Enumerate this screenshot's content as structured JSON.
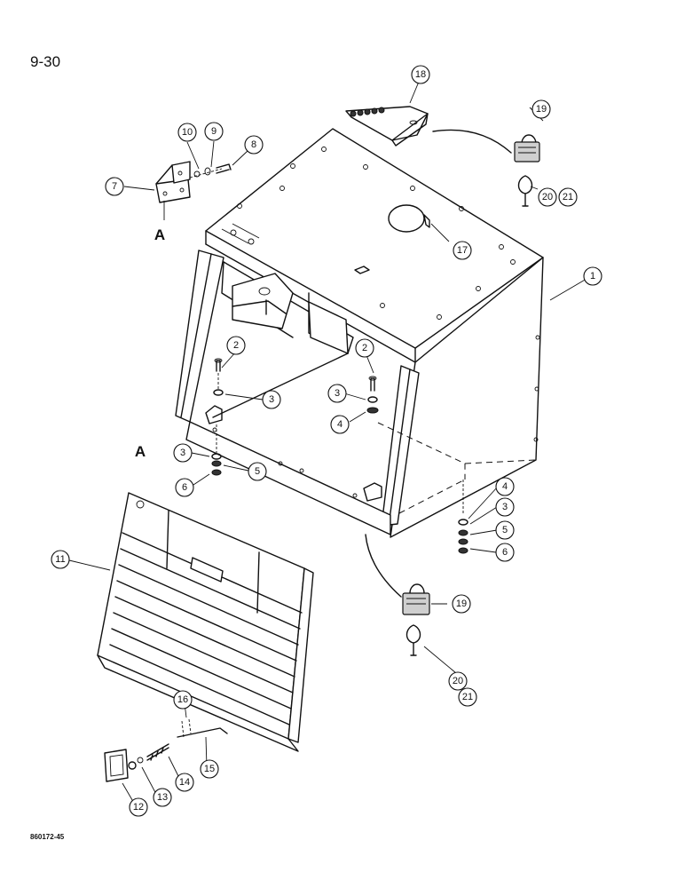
{
  "page": {
    "number": "9-30",
    "figure_code": "860172-45"
  },
  "view_refs": {
    "top": "A",
    "grille": "A"
  },
  "callouts": {
    "c1": "1",
    "c2a": "2",
    "c2b": "2",
    "c3a": "3",
    "c3b": "3",
    "c3c": "3",
    "c3d": "3",
    "c4a": "4",
    "c4b": "4",
    "c5a": "5",
    "c5b": "5",
    "c6a": "6",
    "c6b": "6",
    "c7": "7",
    "c8": "8",
    "c9": "9",
    "c10": "10",
    "c11": "11",
    "c12": "12",
    "c13": "13",
    "c14": "14",
    "c15": "15",
    "c16": "16",
    "c17": "17",
    "c18": "18",
    "c19a": "19",
    "c19b": "19",
    "c20a": "20",
    "c21a": "21",
    "c20b": "20",
    "c21b": "21"
  }
}
